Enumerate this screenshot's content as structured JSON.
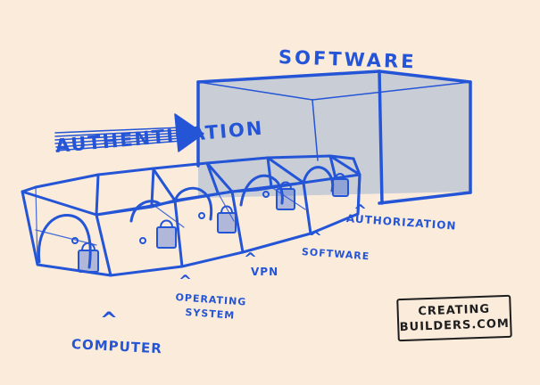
{
  "labels": {
    "software_top": "SOFTWARE",
    "authentication": "AUTHENTICATION",
    "authorization": "AUTHORIZATION",
    "software_bottom": "SOFTWARE",
    "vpn": "VPN",
    "os_line1": "OPERATING",
    "os_line2": "SYSTEM",
    "computer": "COMPUTER"
  },
  "logo": {
    "line1": "CREATING",
    "line2": "BUILDERS.COM"
  },
  "colors": {
    "background": "#fbebdb",
    "ink_blue": "#2455d6",
    "box_fill": "#c9cdd6",
    "logo_ink": "#1e1e1e"
  }
}
